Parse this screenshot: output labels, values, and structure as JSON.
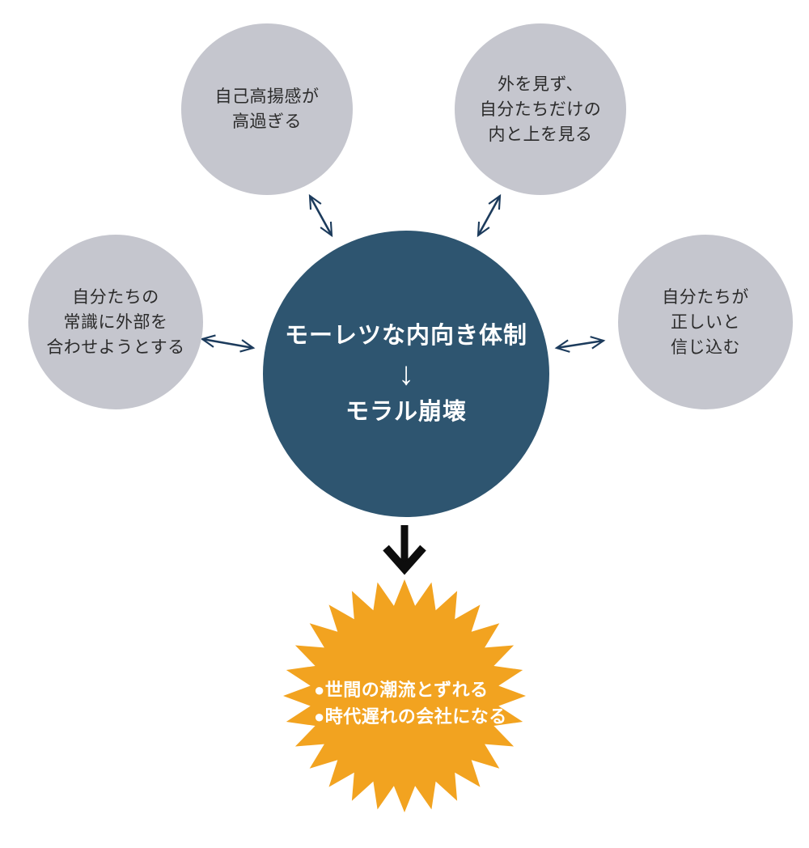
{
  "diagram": {
    "center": {
      "line1": "モーレツな内向き体制",
      "arrow": "↓",
      "line2": "モラル崩壊"
    },
    "satellites": [
      {
        "id": "top-left",
        "lines": [
          "自己高揚感が",
          "高過ぎる"
        ]
      },
      {
        "id": "top-right",
        "lines": [
          "外を見ず、",
          "自分たちだけの",
          "内と上を見る"
        ]
      },
      {
        "id": "left",
        "lines": [
          "自分たちの",
          "常識に外部を",
          "合わせようとする"
        ]
      },
      {
        "id": "right",
        "lines": [
          "自分たちが",
          "正しいと",
          "信じ込む"
        ]
      }
    ],
    "result": {
      "items": [
        "●世間の潮流とずれる",
        "●時代遅れの会社になる"
      ]
    },
    "colors": {
      "center_circle": "#2e5570",
      "center_text": "#ffffff",
      "satellite_circle": "#c5c6ce",
      "satellite_text": "#2b2b2b",
      "connector_arrow": "#1c3b5c",
      "down_arrow": "#0d0d0d",
      "starburst": "#f2a320",
      "starburst_text": "#ffffff"
    }
  }
}
